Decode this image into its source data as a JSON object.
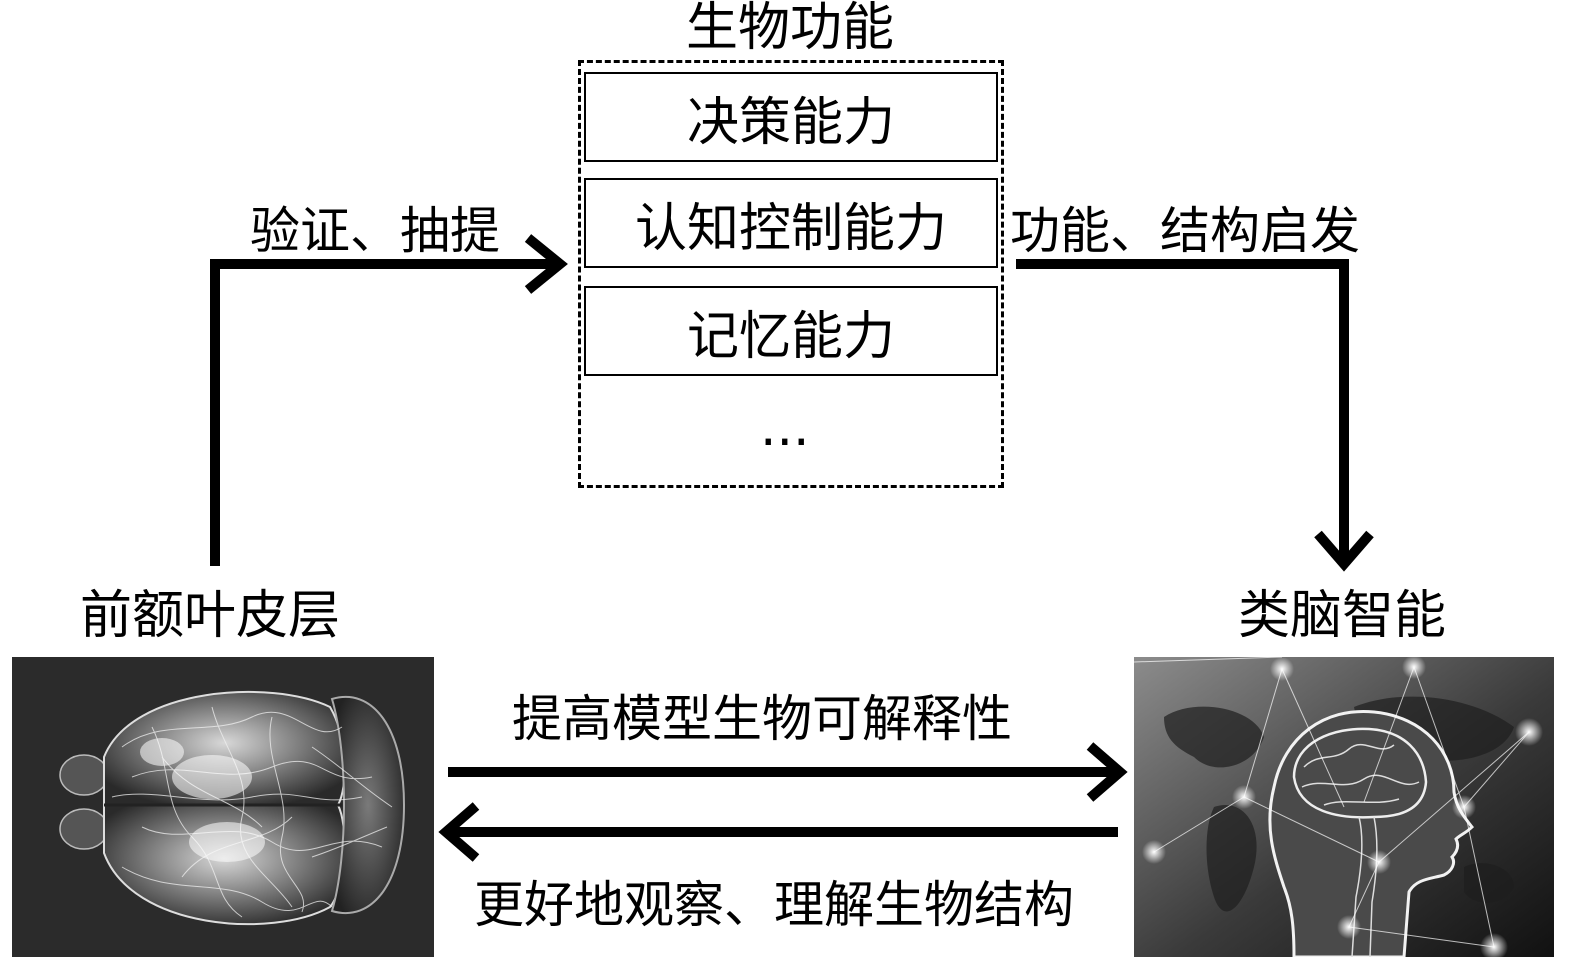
{
  "biological_functions": {
    "title": "生物功能",
    "items": [
      "决策能力",
      "认知控制能力",
      "记忆能力"
    ],
    "more": "..."
  },
  "edges": {
    "pfc_to_functions": "验证、抽提",
    "functions_to_brain_inspired": "功能、结构启发",
    "pfc_to_brain_inspired": "提高模型生物可解释性",
    "brain_inspired_to_pfc": "更好地观察、理解生物结构"
  },
  "nodes": {
    "prefrontal_cortex": "前额叶皮层",
    "brain_inspired_intelligence": "类脑智能"
  }
}
